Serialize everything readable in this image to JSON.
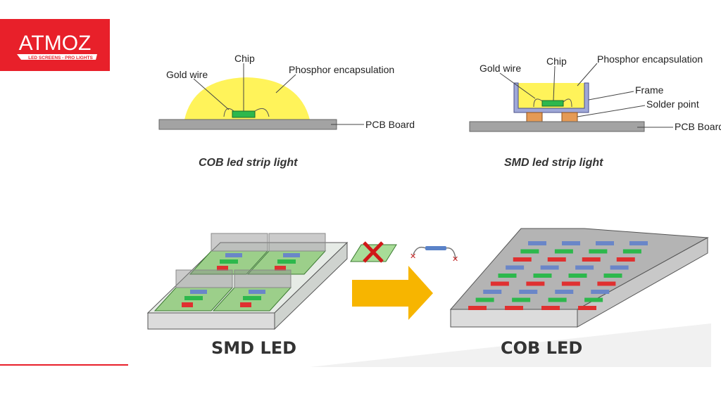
{
  "logo": {
    "brand": "ATMOZ",
    "tagline": "LED SCREENS - PRO LIGHTS"
  },
  "cob_diagram": {
    "labels": {
      "gold_wire": "Gold wire",
      "chip": "Chip",
      "phosphor": "Phosphor encapsulation",
      "pcb": "PCB Board"
    },
    "caption": "COB led strip light"
  },
  "smd_diagram": {
    "labels": {
      "gold_wire": "Gold wire",
      "chip": "Chip",
      "phosphor": "Phosphor encapsulation",
      "frame": "Frame",
      "solder": "Solder point",
      "pcb": "PCB Board"
    },
    "caption": "SMD led strip light"
  },
  "comparison": {
    "smd_title": "SMD LED",
    "cob_title": "COB LED"
  },
  "colors": {
    "brand": "#e8202a",
    "phosphor": "#fff35a",
    "chip": "#2db84c",
    "pcb": "#a3a3a3",
    "arrow": "#f7b500",
    "solder": "#e59a55"
  }
}
